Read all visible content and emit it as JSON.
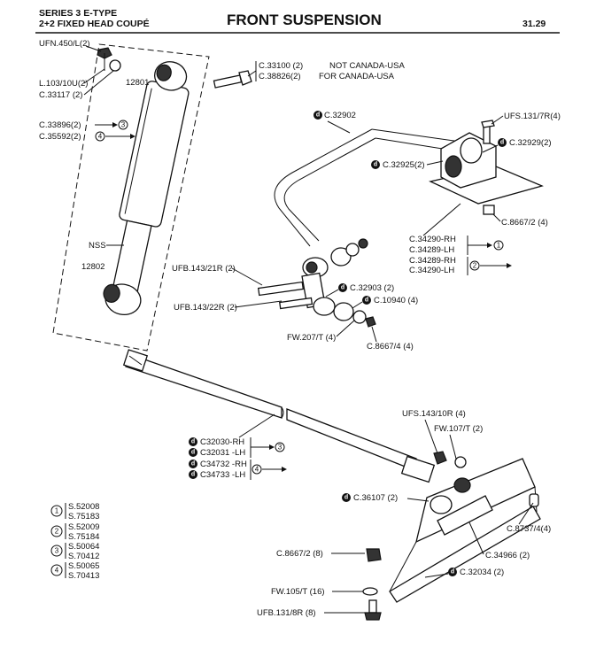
{
  "header": {
    "series_line1": "SERIES 3   E-TYPE",
    "series_line2": "2+2 FIXED HEAD COUPÉ",
    "title": "FRONT SUSPENSION",
    "page_number": "31.29"
  },
  "labels": {
    "ufn450": "UFN.450/L(2)",
    "l103": "L.103/10U(2)",
    "c33117": "C.33117 (2)",
    "p12801": "12801",
    "c33896": "C.33896(2)",
    "c35592": "C.35592(2)",
    "nss": "NSS",
    "p12802": "12802",
    "c33100": "C.33100 (2)",
    "c38826": "C.38826(2)",
    "not_canada": "NOT CANADA-USA",
    "for_canada": "FOR CANADA-USA",
    "c32902": "C.32902",
    "ufs131": "UFS.131/7R(4)",
    "c32929": "C.32929(2)",
    "c32925": "C.32925(2)",
    "c8667_2a": "C.8667/2 (4)",
    "c34290_rh_a": "C.34290-RH",
    "c34289_lh_a": "C.34289-LH",
    "c34289_rh_b": "C.34289-RH",
    "c34290_lh_b": "C.34290-LH",
    "ufb143_21r": "UFB.143/21R (2)",
    "ufb143_22r": "UFB.143/22R (2)",
    "c32903": "C.32903  (2)",
    "c10940": "C.10940  (4)",
    "fw207": "FW.207/T  (4)",
    "c8667_4": "C.8667/4  (4)",
    "ufs143": "UFS.143/10R (4)",
    "fw107": "FW.107/T  (2)",
    "c32030": "C32030-RH",
    "c32031": "C32031 -LH",
    "c34732": "C34732 -RH",
    "c34733": "C34733 -LH",
    "c36107": "C.36107 (2)",
    "c8737": "C.8737/4(4)",
    "c8667_2b": "C.8667/2  (8)",
    "c34966": "C.34966 (2)",
    "c32034": "C.32034 (2)",
    "fw105": "FW.105/T  (16)",
    "ufb131": "UFB.131/8R  (8)"
  },
  "key_legend": [
    {
      "num": "1",
      "codes": [
        "S.52008",
        "S.75183"
      ]
    },
    {
      "num": "2",
      "codes": [
        "S.52009",
        "S.75184"
      ]
    },
    {
      "num": "3",
      "codes": [
        "S.50064",
        "S.70412"
      ]
    },
    {
      "num": "4",
      "codes": [
        "S.50065",
        "S.70413"
      ]
    }
  ],
  "ref": {
    "r1": "1",
    "r2": "2",
    "r3": "3",
    "r4": "4",
    "d": "d"
  }
}
